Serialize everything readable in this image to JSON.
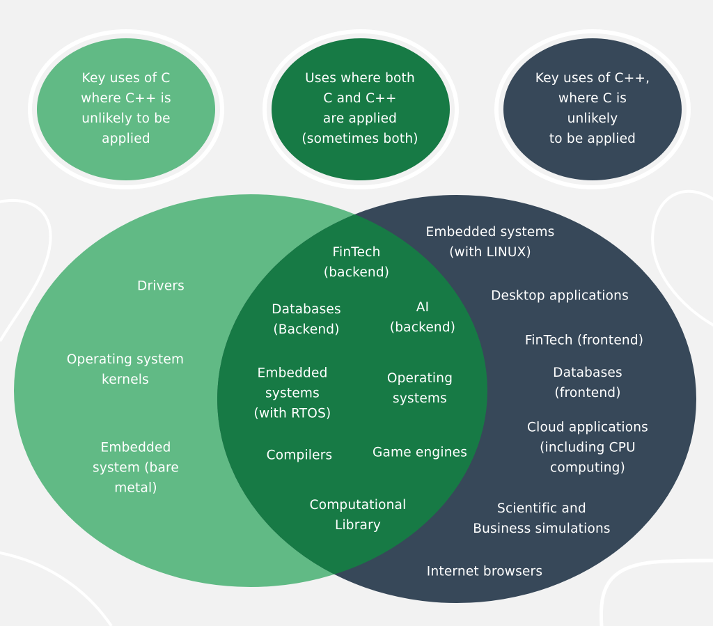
{
  "title": "C vs C++ key uses",
  "colors": {
    "background": "#F2F2F2",
    "c_only": "#61BA85",
    "both": "#177A45",
    "cpp_only": "#374859",
    "ring": "#FFFFFF",
    "text": "#FFFFFF"
  },
  "legend": {
    "c_only": "Key uses of C\nwhere C++ is\nunlikely to be\napplied",
    "both": "Uses where both\nC and C++\nare applied\n(sometimes both)",
    "cpp_only": "Key uses of C++,\nwhere C is unlikely\nto be applied"
  },
  "venn": {
    "c_only": [
      "Drivers",
      "Operating system\nkernels",
      "Embedded\nsystem (bare\nmetal)"
    ],
    "both": [
      "FinTech\n(backend)",
      "Databases\n(Backend)",
      "AI\n(backend)",
      "Embedded\nsystems\n(with RTOS)",
      "Operating\nsystems",
      "Compilers",
      "Game engines",
      "Computational\nLibrary"
    ],
    "cpp_only": [
      "Embedded systems\n(with LINUX)",
      "Desktop applications",
      "FinTech (frontend)",
      "Databases (frontend)",
      "Cloud applications\n(including CPU\ncomputing)",
      "Scientific and\nBusiness simulations",
      "Internet browsers"
    ]
  }
}
